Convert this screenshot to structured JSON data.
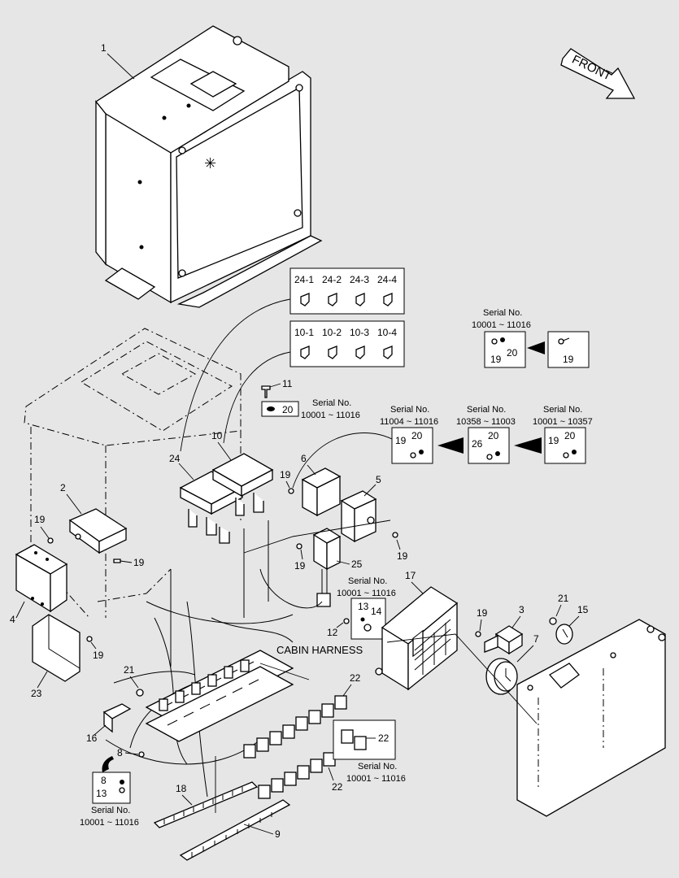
{
  "front_label": "FRONT",
  "cabin_harness": "CABIN HARNESS",
  "callouts": {
    "c1": "1",
    "c2": "2",
    "c3": "3",
    "c4": "4",
    "c5": "5",
    "c6": "6",
    "c7": "7",
    "c8a": "8",
    "c8b": "8",
    "c9": "9",
    "c10": "10",
    "c11": "11",
    "c12": "12",
    "c13a": "13",
    "c13b": "13",
    "c14": "14",
    "c15": "15",
    "c16": "16",
    "c17": "17",
    "c18": "18",
    "c19a": "19",
    "c19b": "19",
    "c19c": "19",
    "c19d": "19",
    "c19e": "19",
    "c19f": "19",
    "c19g": "19",
    "c19h": "19",
    "c19i": "19",
    "c19j": "19",
    "c19k": "19",
    "c20a": "20",
    "c20b": "20",
    "c20c": "20",
    "c20d": "20",
    "c20e": "20",
    "c21a": "21",
    "c21b": "21",
    "c22a": "22",
    "c22b": "22",
    "c22c": "22",
    "c23": "23",
    "c24": "24",
    "c25": "25",
    "c26": "26"
  },
  "fuse_24": [
    "24-1",
    "24-2",
    "24-3",
    "24-4"
  ],
  "fuse_10": [
    "10-1",
    "10-2",
    "10-3",
    "10-4"
  ],
  "serial_notes": {
    "top_right_title": "Serial No.",
    "top_right_range": "10001 ~ 11016",
    "n20_title": "Serial No.",
    "n20_range": "10001 ~ 11016",
    "a_title": "Serial No.",
    "a_range": "11004 ~ 11016",
    "b_title": "Serial No.",
    "b_range": "10358 ~ 11003",
    "c_title": "Serial No.",
    "c_range": "10001 ~ 10357",
    "mid_title": "Serial No.",
    "mid_range": "10001 ~ 11016",
    "relay_title": "Serial No.",
    "relay_range": "10001 ~ 11016",
    "bl_title": "Serial No.",
    "bl_range": "10001 ~ 11016"
  }
}
